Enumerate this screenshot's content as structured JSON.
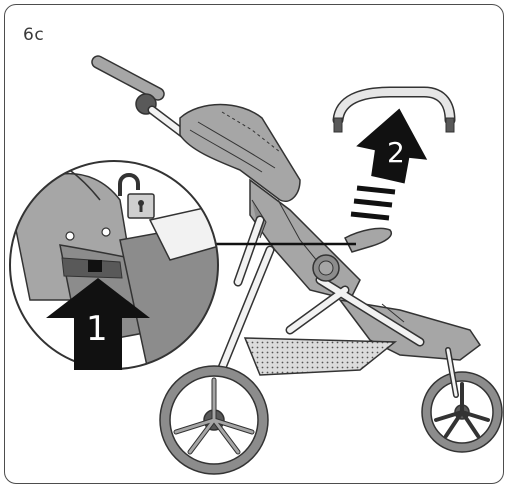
{
  "step": {
    "label": "6c"
  },
  "callouts": [
    {
      "number": "1"
    },
    {
      "number": "2"
    }
  ],
  "colors": {
    "frame": "#4d4d4d",
    "seat_fabric": "#a6a6a6",
    "frame_metal": "#f2f2f2",
    "arrow": "#111111",
    "bumper_bar": "#e6e6e6",
    "wheel": "#8c8c8c"
  },
  "icons": [
    "padlock-unlocked-icon",
    "arrow-up-icon",
    "arrow-up-icon"
  ]
}
